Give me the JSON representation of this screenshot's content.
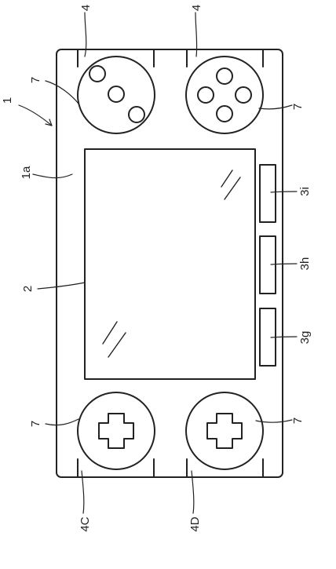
{
  "figure": {
    "ref_device": "1",
    "ref_body": "1a",
    "ref_screen": "2",
    "ref_button_g": "3g",
    "ref_button_h": "3h",
    "ref_button_i": "3i",
    "ref_top_left_housing": "4",
    "ref_top_right_housing": "4",
    "ref_bottom_left_housing": "4C",
    "ref_bottom_right_housing": "4D",
    "ref_top_left_pad": "7",
    "ref_top_right_pad": "7",
    "ref_bottom_left_pad": "7",
    "ref_bottom_right_pad": "7"
  }
}
